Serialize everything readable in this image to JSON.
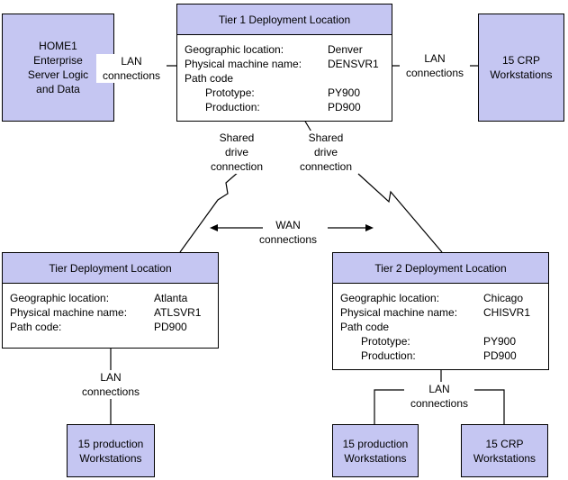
{
  "home": {
    "lines": [
      "HOME1",
      "Enterprise",
      "Server Logic",
      "and Data"
    ]
  },
  "tier1": {
    "title": "Tier 1 Deployment Location",
    "rows": [
      {
        "key": "Geographic location:",
        "value": "Denver"
      },
      {
        "key": "Physical machine name:",
        "value": "DENSVR1"
      },
      {
        "key": "Path code",
        "value": ""
      },
      {
        "key": "Prototype:",
        "value": "PY900",
        "indent": true
      },
      {
        "key": "Production:",
        "value": "PD900",
        "indent": true
      }
    ]
  },
  "crp_top": {
    "lines": [
      "15 CRP",
      "Workstations"
    ]
  },
  "atlanta": {
    "title": "Tier  Deployment Location",
    "rows": [
      {
        "key": "Geographic location:",
        "value": "Atlanta"
      },
      {
        "key": "Physical machine name:",
        "value": "ATLSVR1"
      },
      {
        "key": "Path code:",
        "value": "PD900"
      }
    ]
  },
  "chicago": {
    "title": "Tier 2 Deployment Location",
    "rows": [
      {
        "key": "Geographic location:",
        "value": "Chicago"
      },
      {
        "key": "Physical machine name:",
        "value": "CHISVR1"
      },
      {
        "key": "Path code",
        "value": ""
      },
      {
        "key": "Prototype:",
        "value": "PY900",
        "indent": true
      },
      {
        "key": "Production:",
        "value": "PD900",
        "indent": true
      }
    ]
  },
  "ws_atlanta": {
    "lines": [
      "15 production",
      "Workstations"
    ]
  },
  "ws_chicago_prod": {
    "lines": [
      "15 production",
      "Workstations"
    ]
  },
  "ws_chicago_crp": {
    "lines": [
      "15 CRP",
      "Workstations"
    ]
  },
  "labels": {
    "lan_left": [
      "LAN",
      "connections"
    ],
    "lan_right": [
      "LAN",
      "connections"
    ],
    "shared_left": [
      "Shared",
      "drive",
      "connection"
    ],
    "shared_right": [
      "Shared",
      "drive",
      "connection"
    ],
    "wan": [
      "WAN",
      "connections"
    ],
    "lan_atlanta": [
      "LAN",
      "connections"
    ],
    "lan_chicago": [
      "LAN",
      "connections"
    ]
  }
}
